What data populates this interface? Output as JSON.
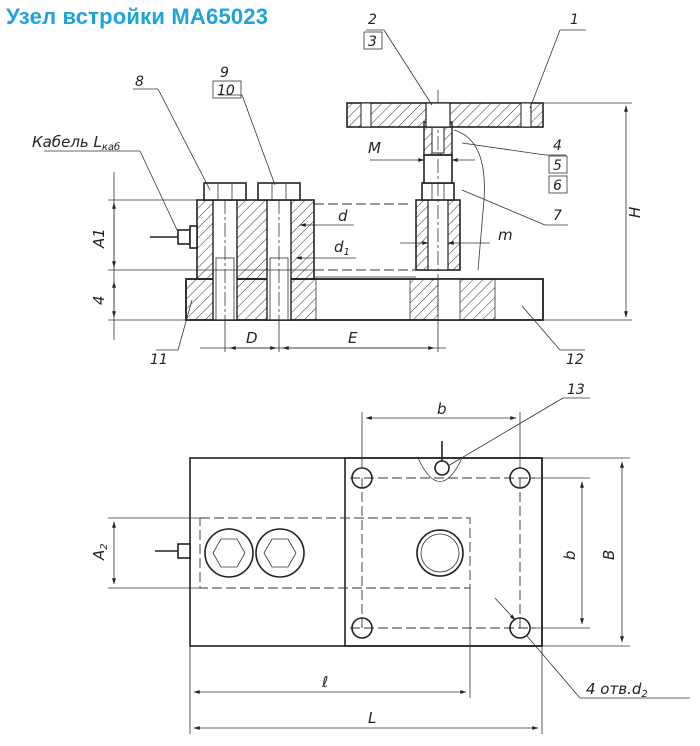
{
  "title": "Узел встройки MA65023",
  "callouts": {
    "n1": "1",
    "n2": "2",
    "n3": "3",
    "n4": "4",
    "n5": "5",
    "n6": "6",
    "n7": "7",
    "n8": "8",
    "n9": "9",
    "n10": "10",
    "n11": "11",
    "n12": "12",
    "n13": "13"
  },
  "dimensions": {
    "cable_base": "Кабель L",
    "cable_sub": "каб",
    "M": "M",
    "H": "H",
    "A1": "A1",
    "four": "4",
    "d": "d",
    "d1_base": "d",
    "d1_sub": "1",
    "m": "m",
    "D": "D",
    "E": "E",
    "b_top": "b",
    "b_side": "b",
    "B": "B",
    "A2_base": "A",
    "A2_sub": "2",
    "l": "ℓ",
    "L": "L",
    "holes_base": "4 отв.d",
    "holes_sub": "2"
  }
}
